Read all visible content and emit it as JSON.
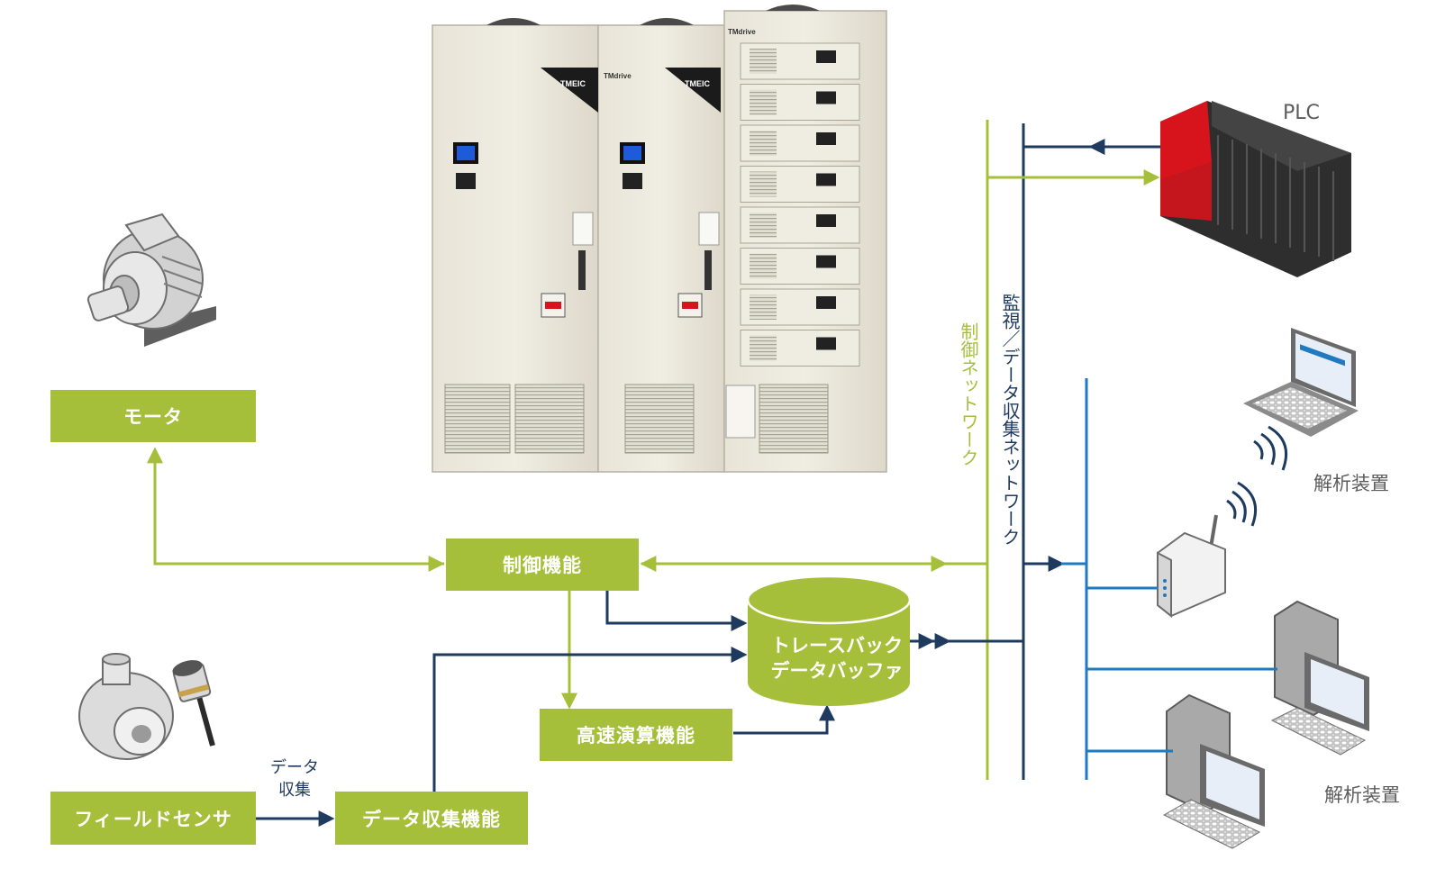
{
  "nodes": {
    "motor": "モータ",
    "control": "制御機能",
    "field_sensor": "フィールドセンサ",
    "data_collect": "データ収集機能",
    "high_speed": "高速演算機能",
    "trace_line1": "トレースバック",
    "trace_line2": "データバッファ"
  },
  "labels": {
    "plc": "PLC",
    "analyzer_top": "解析装置",
    "analyzer_bottom": "解析装置",
    "data_line1": "データ",
    "data_line2": "収集",
    "control_network": "制御ネットワーク",
    "monitor_network": "監視／データ収集ネットワーク"
  },
  "drive_brand": {
    "maker": "TMEIC",
    "product": "TMdrive"
  },
  "colors": {
    "green": "#a5bf3a",
    "navy": "#1e3a5f",
    "blue": "#1f7ac0",
    "plc_red": "#d7141c"
  }
}
